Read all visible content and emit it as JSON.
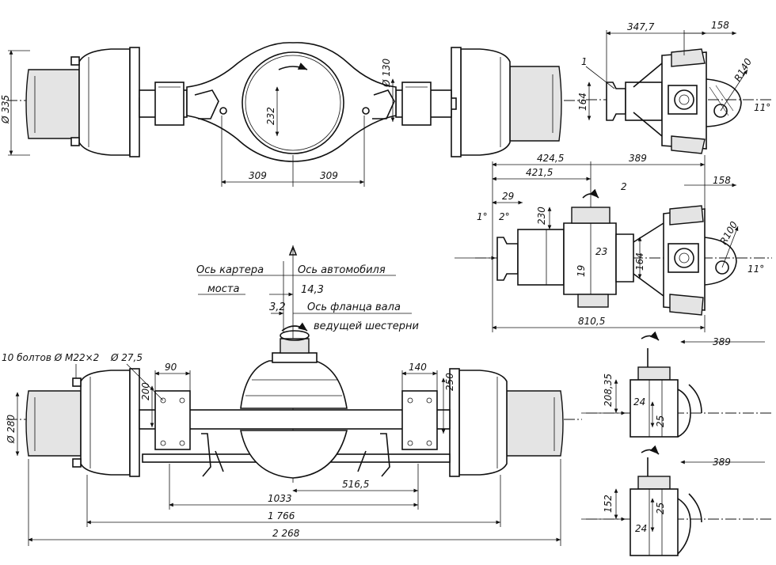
{
  "drawing": {
    "top_view": {
      "dims": {
        "drum_dia": "Ø 335",
        "flange_dia": "Ø 130",
        "bulge": "232",
        "half_left": "309",
        "half_right": "309"
      }
    },
    "side_view_top": {
      "dims": {
        "d1": "347,7",
        "d2": "158",
        "radius": "R140",
        "angle": "11°",
        "height": "164",
        "callout": "1"
      }
    },
    "side_view_mid": {
      "dims": {
        "d424": "424,5",
        "d389": "389",
        "d421": "421,5",
        "d29": "29",
        "d230": "230",
        "d158": "158",
        "radius": "R100",
        "angle_1": "1°",
        "angle_2": "2°",
        "angle_11": "11°",
        "d164": "164",
        "d19": "19",
        "d23": "23",
        "d810": "810,5",
        "callout": "2"
      }
    },
    "axis_notes": {
      "housing_axis": "Ось картера",
      "housing_axis_2": "моста",
      "vehicle_axis": "Ось автомобиля",
      "v143": "14,3",
      "v32": "3,2",
      "flange_axis": "Ось фланца вала",
      "flange_axis_2": "ведущей шестерни"
    },
    "front_view": {
      "dims": {
        "bolts": "10 болтов Ø М22×2",
        "hole": "Ø 27,5",
        "d90": "90",
        "d200": "200",
        "d140": "140",
        "d250": "250",
        "d280": "Ø 280",
        "d5165": "516,5",
        "d1033": "1033",
        "d1766": "1 766",
        "d2268": "2 268"
      }
    },
    "details": {
      "d389a": "389",
      "d20835": "208,35",
      "d24a": "24",
      "d25a": "25",
      "d389b": "389",
      "d152": "152",
      "d25b": "25",
      "d24b": "24"
    }
  }
}
